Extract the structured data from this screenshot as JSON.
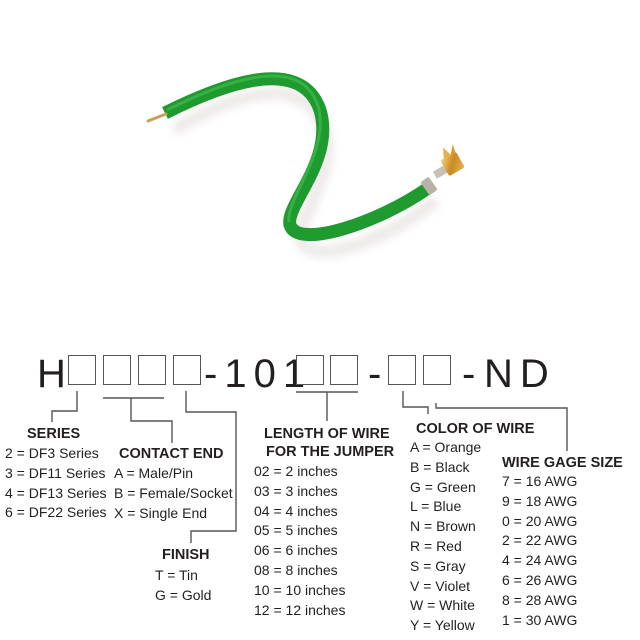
{
  "product_image": {
    "subject": "green jumper wire with pin contact on one end and crimped socket contact on the other",
    "wire_color": "#1e9a2e",
    "contact_color": "#d9a441"
  },
  "part_number": {
    "prefix": "H",
    "middle": "-101",
    "sep": "-",
    "suffix_sep": "-",
    "suffix": "ND"
  },
  "sections": {
    "series": {
      "title": "SERIES",
      "items": [
        "2 = DF3 Series",
        "3 = DF11 Series",
        "4 = DF13 Series",
        "6 = DF22 Series"
      ]
    },
    "contact_end": {
      "title": "CONTACT END",
      "items": [
        "A = Male/Pin",
        "B = Female/Socket",
        "X = Single End"
      ]
    },
    "finish": {
      "title": "FINISH",
      "items": [
        "T = Tin",
        "G = Gold"
      ]
    },
    "length": {
      "title_line1": "LENGTH OF WIRE",
      "title_line2": "FOR THE JUMPER",
      "items": [
        "02 = 2 inches",
        "03 = 3 inches",
        "04 = 4 inches",
        "05 = 5 inches",
        "06 = 6 inches",
        "08 = 8 inches",
        "10 = 10 inches",
        "12 = 12 inches"
      ]
    },
    "color": {
      "title": "COLOR OF WIRE",
      "items": [
        "A = Orange",
        "B = Black",
        "G = Green",
        "L = Blue",
        "N = Brown",
        "R = Red",
        "S = Gray",
        "V = Violet",
        "W = White",
        "Y = Yellow"
      ]
    },
    "gage": {
      "title": "WIRE GAGE SIZE",
      "items": [
        "7 = 16 AWG",
        "9 = 18 AWG",
        "0 = 20 AWG",
        "2 = 22 AWG",
        "4 = 24 AWG",
        "6 = 26 AWG",
        "8 = 28 AWG",
        "1 = 30 AWG"
      ]
    }
  }
}
